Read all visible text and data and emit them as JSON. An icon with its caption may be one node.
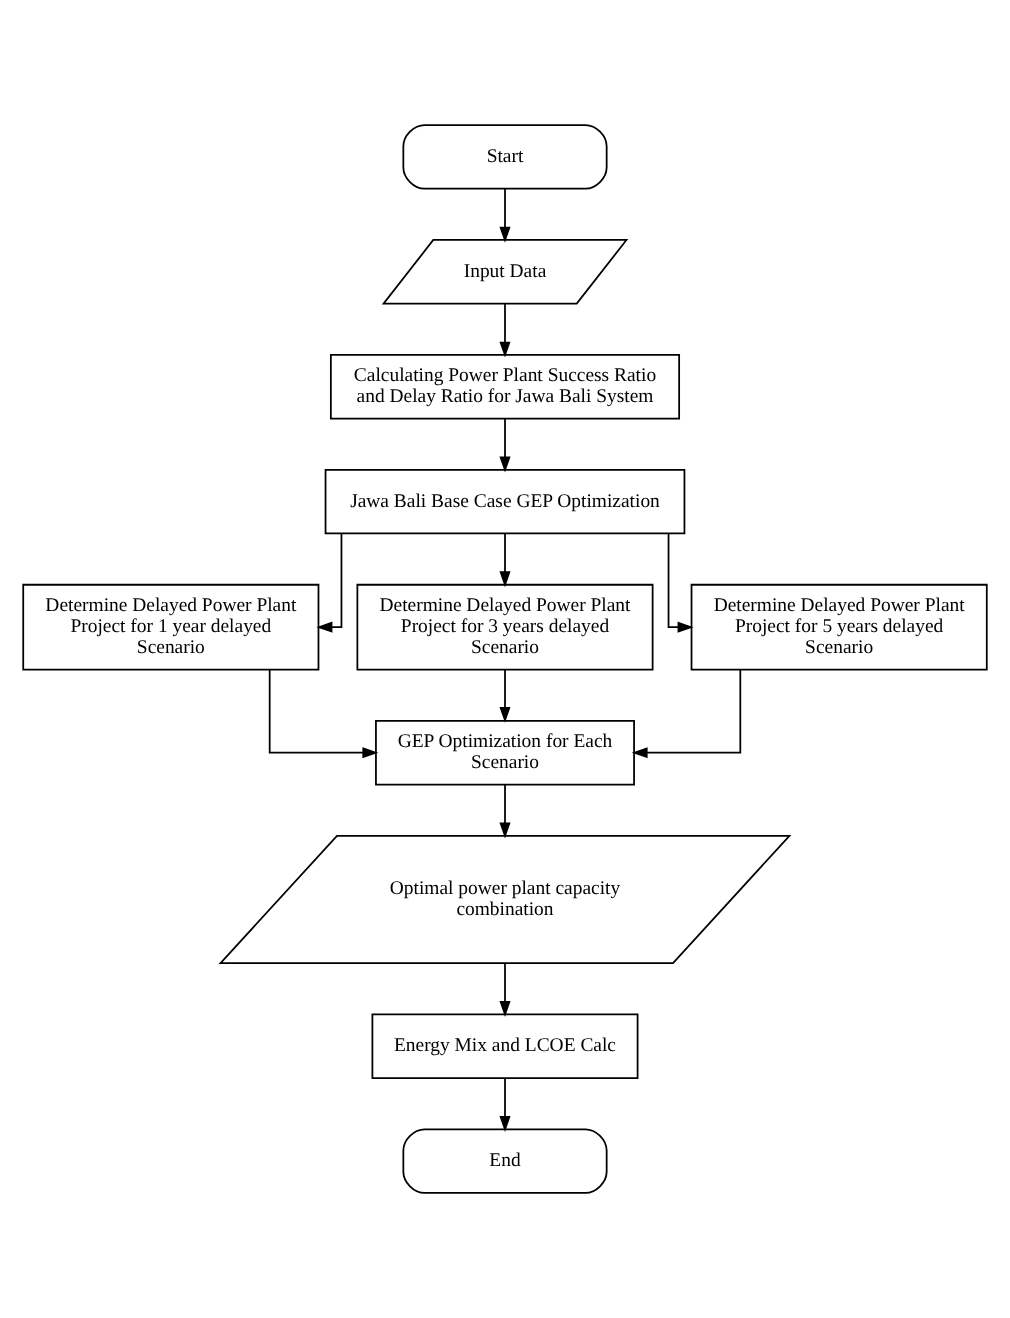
{
  "diagram": {
    "nodes": [
      {
        "text": [
          "Start"
        ]
      },
      {
        "text": [
          "Input Data"
        ]
      },
      {
        "text": [
          "Calculating Power Plant Success Ratio and Delay Ratio for Jawa Bali System"
        ]
      },
      {
        "text": [
          "Jawa Bali Base Case GEP Optimization"
        ]
      },
      {
        "text": [
          "Determine Delayed Power Plant Project for 1 year delayed Scenario"
        ]
      },
      {
        "text": [
          "Determine Delayed Power Plant Project for 3 years delayed Scenario"
        ]
      },
      {
        "text": [
          "Determine Delayed Power Plant Project for 5 years delayed Scenario"
        ]
      },
      {
        "text": [
          "GEP Optimization for Each Scenario"
        ]
      },
      {
        "text": [
          "Optimal power plant capacity combination"
        ]
      },
      {
        "text": [
          "Energy Mix and LCOE Calc"
        ]
      },
      {
        "text": [
          "End"
        ]
      }
    ],
    "edges": [
      {
        "from": 0,
        "to": 1,
        "arrow": "to"
      },
      {
        "from": 1,
        "to": 2,
        "arrow": "to"
      },
      {
        "from": 2,
        "to": 3,
        "arrow": "to"
      },
      {
        "from": 3,
        "to": 4,
        "arrow": "to"
      },
      {
        "from": 3,
        "to": 5,
        "arrow": "to"
      },
      {
        "from": 3,
        "to": 6,
        "arrow": "to"
      },
      {
        "from": 4,
        "to": 7,
        "arrow": "to"
      },
      {
        "from": 5,
        "to": 7,
        "arrow": "to"
      },
      {
        "from": 6,
        "to": 7,
        "arrow": "to"
      },
      {
        "from": 7,
        "to": 8,
        "arrow": "to"
      },
      {
        "from": 8,
        "to": 9,
        "arrow": "to"
      },
      {
        "from": 9,
        "to": 10,
        "arrow": "to"
      }
    ]
  }
}
